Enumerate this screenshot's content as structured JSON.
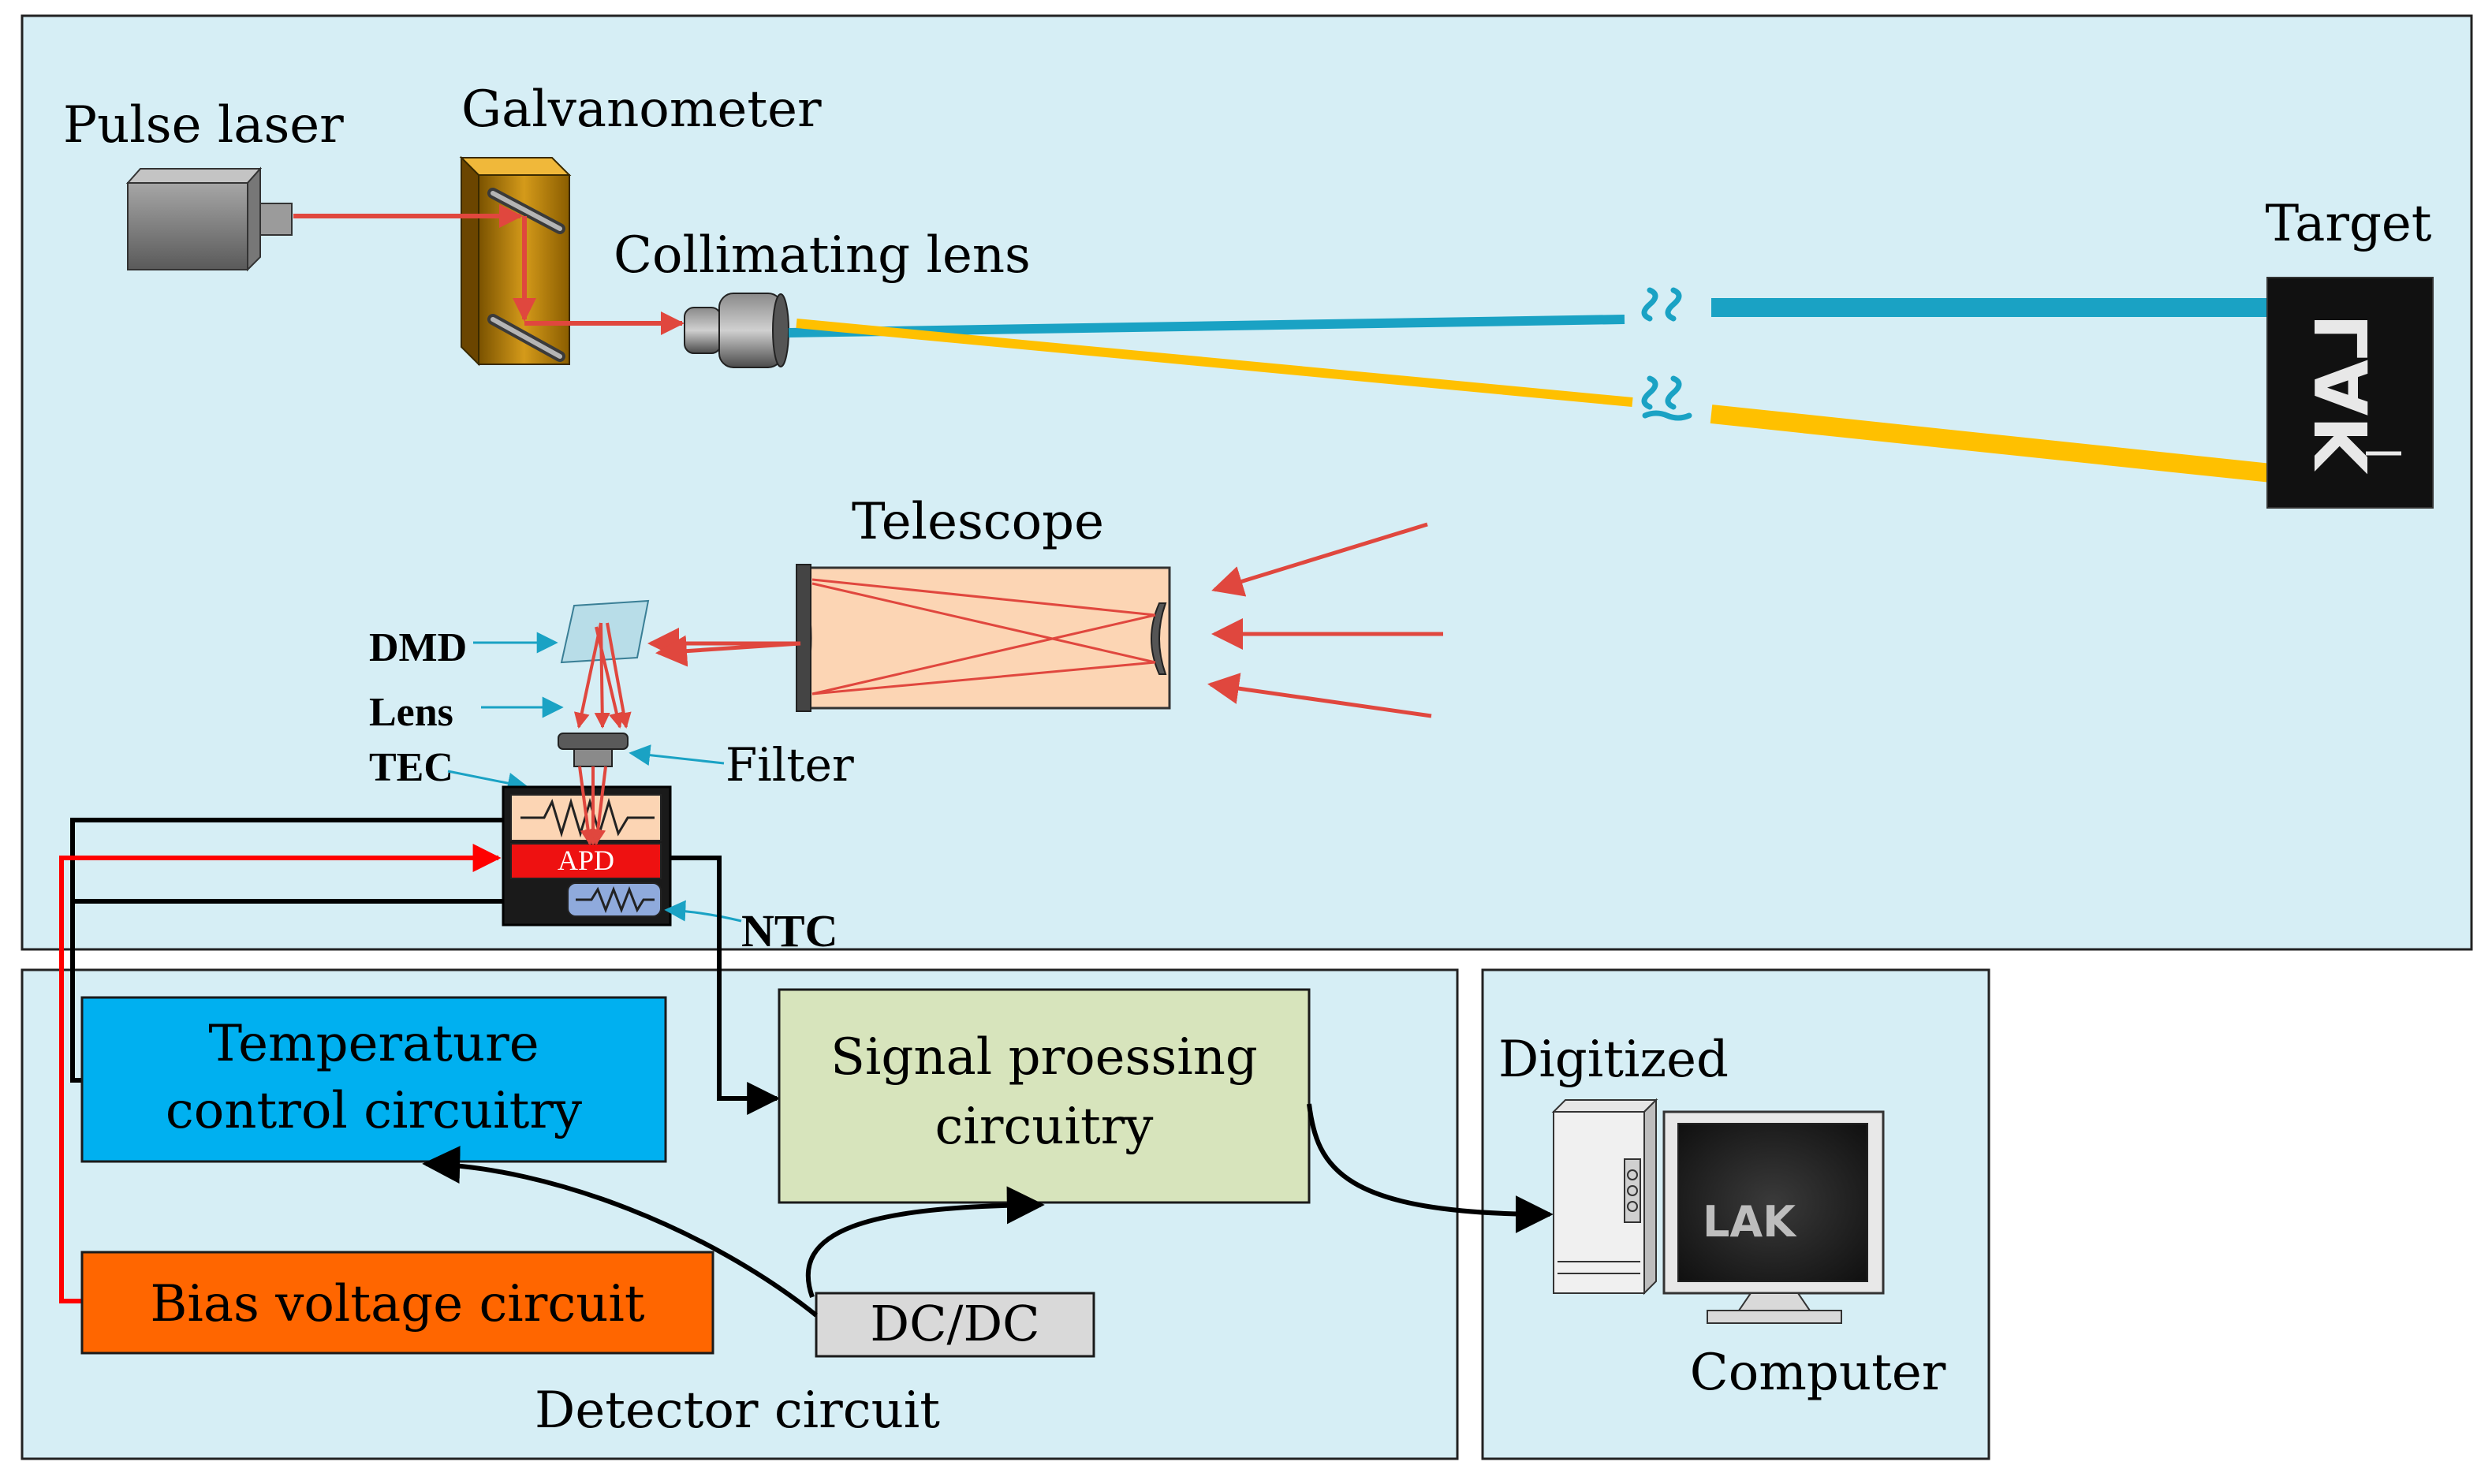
{
  "panels": {
    "optical_system": {
      "fill": "#d6eef5",
      "stroke": "#222222"
    },
    "detector_circuit": {
      "label": "Detector circuit",
      "fill": "#d6eef5"
    },
    "digitized": {
      "label": "Digitized",
      "fill": "#d6eef5"
    }
  },
  "labels": {
    "pulse_laser": "Pulse laser",
    "galvanometer": "Galvanometer",
    "collimating_lens": "Collimating lens",
    "target": "Target",
    "telescope": "Telescope",
    "dmd": "DMD",
    "lens": "Lens",
    "tec": "TEC",
    "filter": "Filter",
    "apd": "APD",
    "ntc": "NTC",
    "computer": "Computer"
  },
  "target_image_text": "LAK",
  "monitor_image_text": "LAK",
  "blocks": {
    "temperature_control": {
      "line1": "Temperature",
      "line2": "control circuitry",
      "fill": "#00b0f0"
    },
    "signal_processing": {
      "line1": "Signal proessing",
      "line2": "circuitry",
      "fill": "#d7e4bc"
    },
    "bias_voltage": {
      "label": "Bias voltage circuit",
      "fill": "#ff6600"
    },
    "dcdc": {
      "label": "DC/DC",
      "fill": "#d9d9d9"
    }
  },
  "colors": {
    "laser_beam": "#e0473e",
    "outgoing_beam": "#1aa2c4",
    "return_beam": "#ffc000",
    "pointer_line": "#1aa2c4",
    "bias_wire": "#ff0000",
    "wire": "#000000"
  }
}
